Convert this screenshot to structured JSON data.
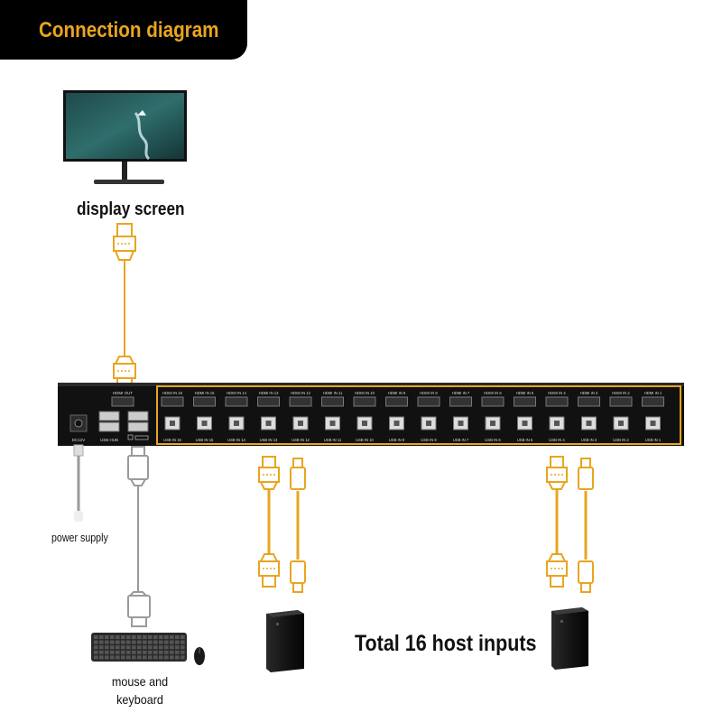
{
  "header": {
    "title": "Connection diagram"
  },
  "labels": {
    "display_screen": "display screen",
    "power_supply": "power supply",
    "mouse_keyboard": "mouse and keyboard",
    "total_hosts": "Total 16 host inputs"
  },
  "device": {
    "hdmi_out_label": "HDMI OUT",
    "usb_hub_label": "USB HUB",
    "dc_label": "DC12V",
    "ports": [
      {
        "hdmi": "HDMI IN 16",
        "usb": "USB IN 16"
      },
      {
        "hdmi": "HDMI IN 15",
        "usb": "USB IN 15"
      },
      {
        "hdmi": "HDMI IN 14",
        "usb": "USB IN 14"
      },
      {
        "hdmi": "HDMI IN 13",
        "usb": "USB IN 13"
      },
      {
        "hdmi": "HDMI IN 12",
        "usb": "USB IN 12"
      },
      {
        "hdmi": "HDMI IN 11",
        "usb": "USB IN 11"
      },
      {
        "hdmi": "HDMI IN 10",
        "usb": "USB IN 10"
      },
      {
        "hdmi": "HDMI IN 9",
        "usb": "USB IN 9"
      },
      {
        "hdmi": "HDMI IN 8",
        "usb": "USB IN 8"
      },
      {
        "hdmi": "HDMI IN 7",
        "usb": "USB IN 7"
      },
      {
        "hdmi": "HDMI IN 6",
        "usb": "USB IN 6"
      },
      {
        "hdmi": "HDMI IN 5",
        "usb": "USB IN 5"
      },
      {
        "hdmi": "HDMI IN 4",
        "usb": "USB IN 4"
      },
      {
        "hdmi": "HDMI IN 3",
        "usb": "USB IN 3"
      },
      {
        "hdmi": "HDMI IN 2",
        "usb": "USB IN 2"
      },
      {
        "hdmi": "HDMI IN 1",
        "usb": "USB IN 1"
      }
    ]
  },
  "colors": {
    "accent": "#e9a51f",
    "cable_gray": "#9a9a9a",
    "device_body": "#111111",
    "title_bg": "#000000"
  },
  "icons": [
    "monitor-icon",
    "hdmi-connector-icon",
    "usb-connector-icon",
    "computer-tower-icon",
    "keyboard-icon",
    "mouse-icon",
    "power-plug-icon"
  ]
}
